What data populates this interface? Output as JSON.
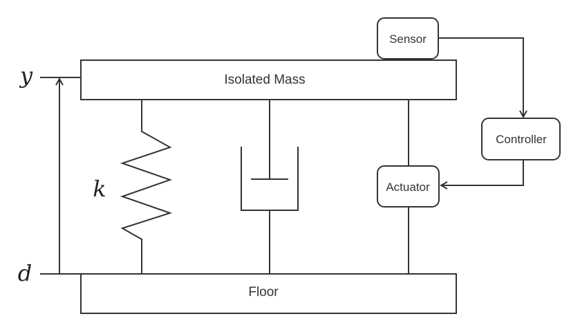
{
  "labels": {
    "isolated_mass": "Isolated Mass",
    "floor": "Floor",
    "sensor": "Sensor",
    "controller": "Controller",
    "actuator": "Actuator",
    "spring_constant": "k",
    "mass_displacement": "y",
    "floor_displacement": "d"
  }
}
